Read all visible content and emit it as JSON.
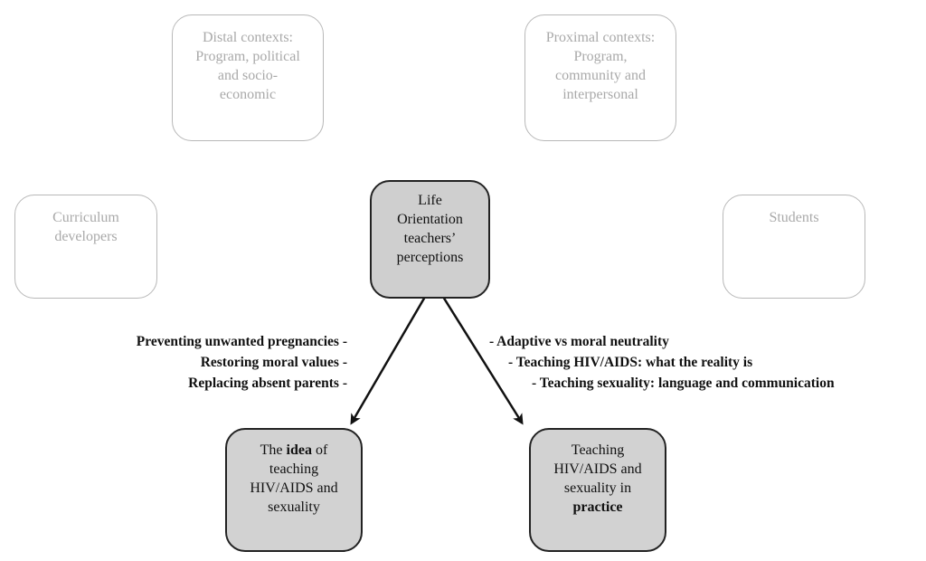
{
  "nodes": {
    "distal": "Distal contexts:\nProgram, political\nand socio-\neconomic",
    "proximal": "Proximal contexts:\nProgram,\ncommunity and\ninterpersonal",
    "curriculum": "Curriculum\ndevelopers",
    "students": "Students",
    "center": "Life\nOrientation\nteachers’\nperceptions",
    "idea": {
      "pre": "The ",
      "bold": "idea",
      "post": " of\nteaching\nHIV/AIDS and\nsexuality"
    },
    "practice": {
      "pre": "Teaching\nHIV/AIDS and\nsexuality in\n",
      "bold": "practice"
    }
  },
  "left_labels": [
    "Preventing unwanted pregnancies -",
    "Restoring moral values -",
    "Replacing absent parents -"
  ],
  "right_labels": [
    "- Adaptive vs moral neutrality",
    "- Teaching HIV/AIDS: what the reality is",
    "- Teaching sexuality: language and communication"
  ]
}
